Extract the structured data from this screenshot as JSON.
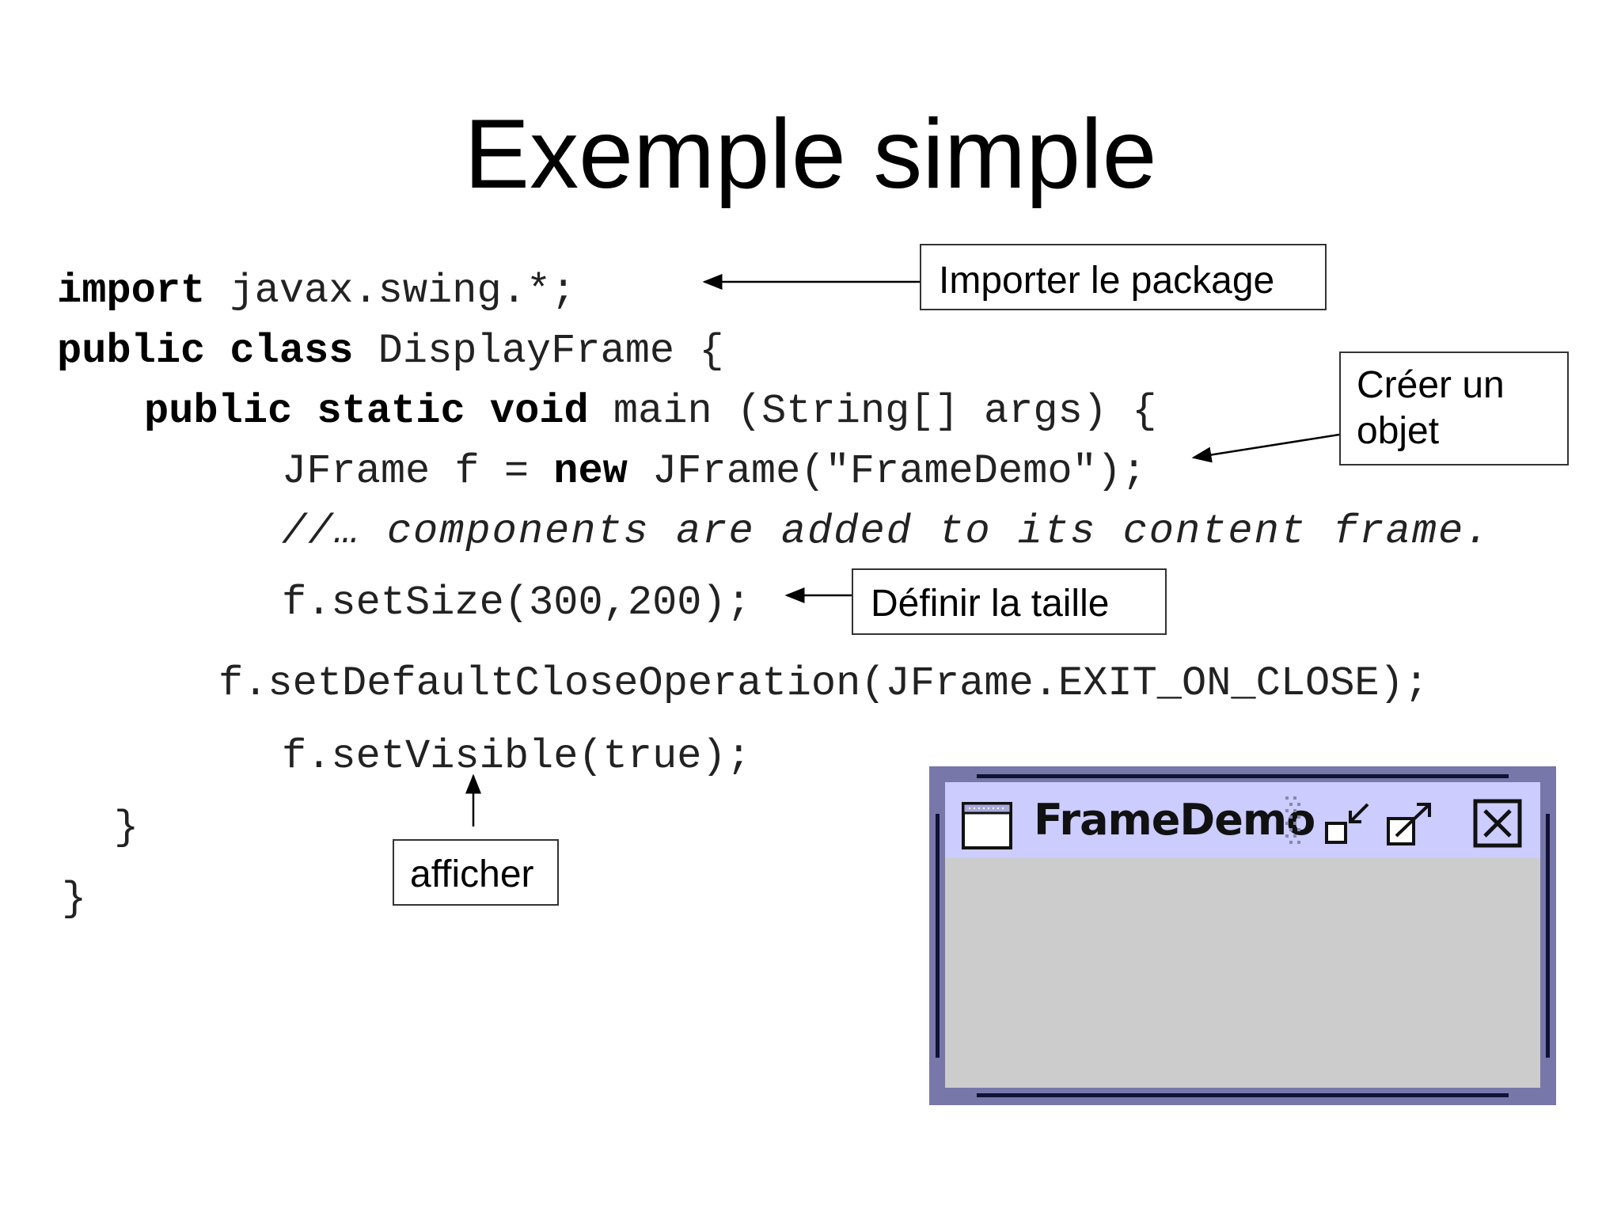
{
  "slide": {
    "title": "Exemple simple"
  },
  "code": {
    "line1_kw": "import",
    "line1_rest": " javax.swing.*;",
    "line2_kw": "public class",
    "line2_rest": " DisplayFrame {",
    "line3_kw": "public static void",
    "line3_rest": " main (String[] args) {",
    "line4_a": "JFrame f = ",
    "line4_kw": "new",
    "line4_b": " JFrame(\"FrameDemo\");",
    "line5": "//… components are added to its content frame.",
    "line6": "f.setSize(300,200);",
    "line7": "f.setDefaultCloseOperation(JFrame.EXIT_ON_CLOSE);",
    "line8": "f.setVisible(true);",
    "line9": "}",
    "line10": "}"
  },
  "callouts": {
    "import": "Importer le package",
    "create_line1": "Créer un",
    "create_line2": "objet",
    "size": "Définir la taille",
    "show": "afficher"
  },
  "window": {
    "title": "FrameDemo",
    "titlebar_color": "#ccccff",
    "frame_color": "#7777aa",
    "content_color": "#cccccc",
    "icons": [
      "window-menu-icon",
      "minimize-icon",
      "maximize-icon",
      "close-icon"
    ]
  }
}
